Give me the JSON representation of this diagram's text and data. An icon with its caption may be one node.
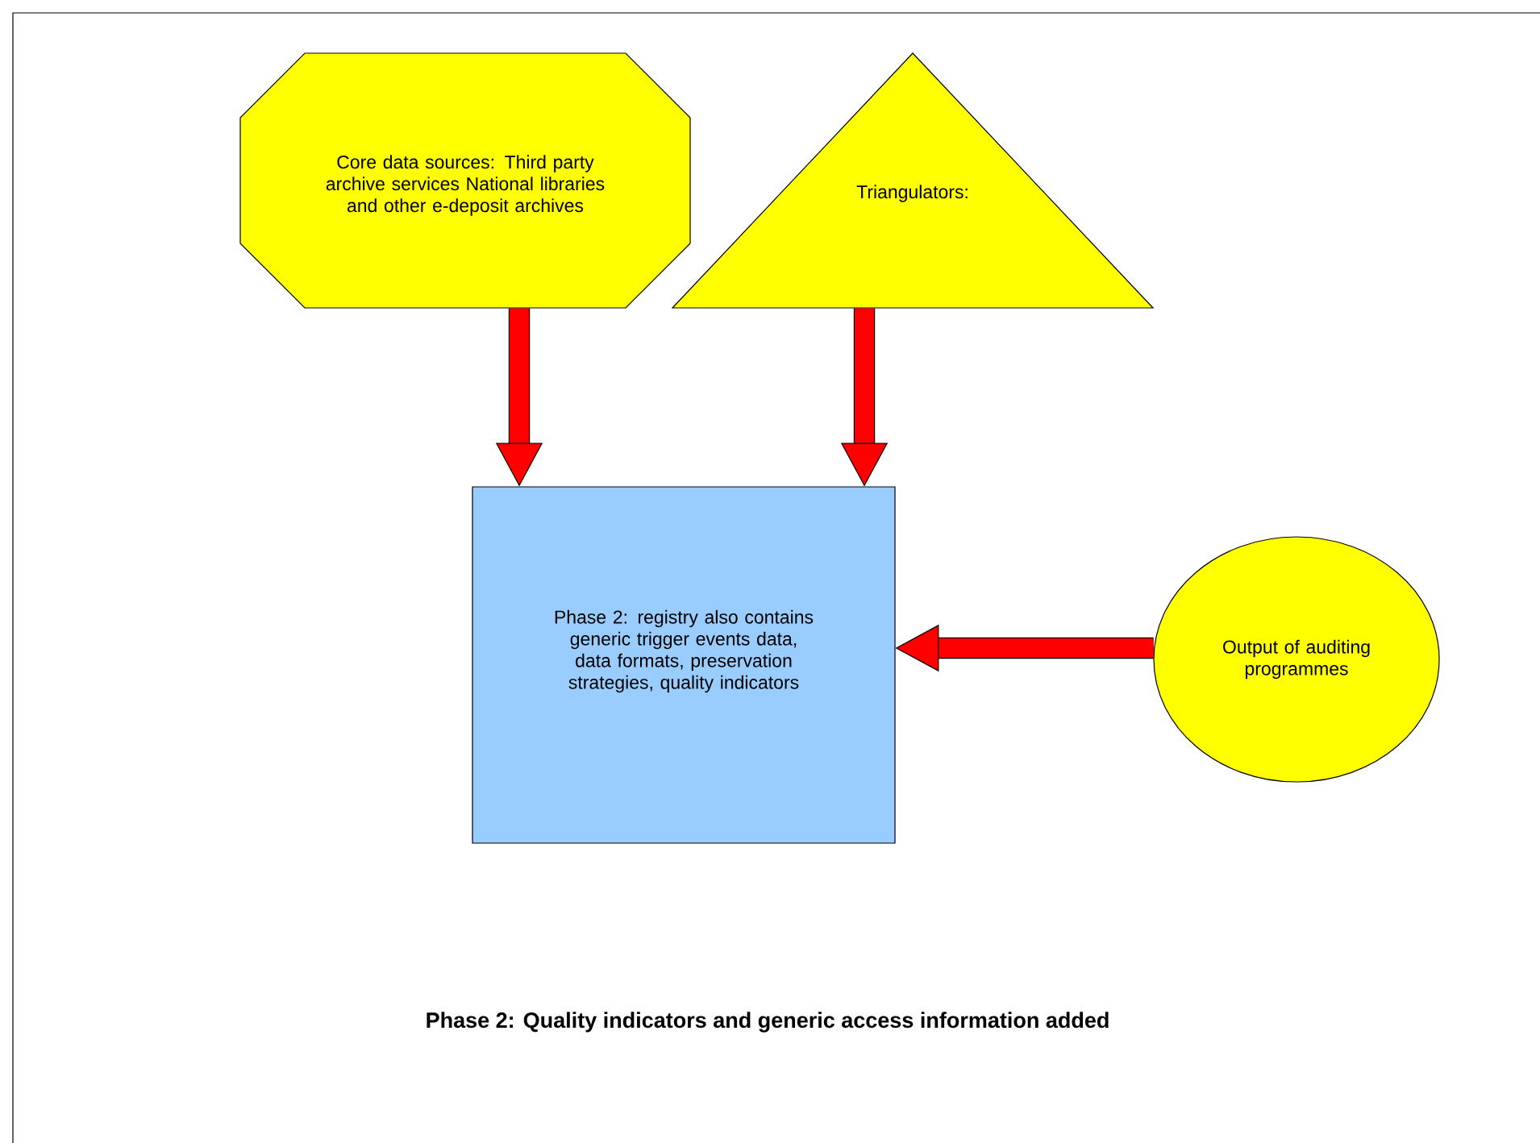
{
  "diagram": {
    "caption": "Phase 2: Quality indicators and generic access information added",
    "nodes": [
      {
        "text": [
          "Core data sources: Third party archive services National libraries and other e-deposit archives"
        ]
      },
      {
        "text": [
          "Triangulators:"
        ]
      },
      {
        "text": [
          "Phase 2: registry also contains generic trigger events data, data formats, preservation strategies, quality indicators"
        ]
      },
      {
        "text": [
          "Output of auditing programmes"
        ]
      }
    ],
    "edges": [
      {
        "from": 0,
        "to": 2,
        "arrow": "to"
      },
      {
        "from": 1,
        "to": 2,
        "arrow": "to"
      },
      {
        "from": 3,
        "to": 2,
        "arrow": "to"
      }
    ]
  }
}
